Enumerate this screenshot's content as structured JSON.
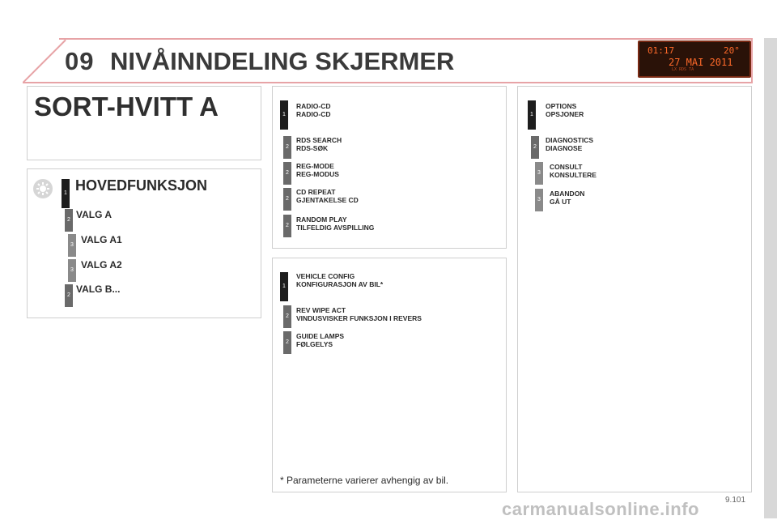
{
  "header": {
    "chapter": "09",
    "title": "NIVÅINNDELING SKJERMER",
    "display": {
      "time": "01:17",
      "temp": "20°",
      "date": "27 MAI 2011",
      "small": "LX     RDS  TA"
    }
  },
  "left": {
    "heading": "SORT-HVITT A",
    "menu_title": "HOVEDFUNKSJON",
    "items": [
      {
        "level": "1",
        "label": ""
      },
      {
        "level": "2",
        "label": "VALG A"
      },
      {
        "level": "3",
        "label": "VALG A1"
      },
      {
        "level": "3",
        "label": "VALG A2"
      },
      {
        "level": "2",
        "label": "VALG B..."
      }
    ]
  },
  "middle_top": {
    "items": [
      {
        "level": "1",
        "lines": [
          "RADIO-CD",
          "RADIO-CD"
        ]
      },
      {
        "level": "2",
        "lines": [
          "RDS SEARCH",
          "RDS-SØK"
        ]
      },
      {
        "level": "2",
        "lines": [
          "REG-MODE",
          "REG-MODUS"
        ]
      },
      {
        "level": "2",
        "lines": [
          "CD REPEAT",
          "GJENTAKELSE CD"
        ]
      },
      {
        "level": "2",
        "lines": [
          "RANDOM PLAY",
          "TILFELDIG AVSPILLING"
        ]
      }
    ]
  },
  "middle_bottom": {
    "items": [
      {
        "level": "1",
        "lines": [
          "VEHICLE CONFIG",
          "KONFIGURASJON AV BIL*"
        ]
      },
      {
        "level": "2",
        "lines": [
          "REV WIPE ACT",
          "VINDUSVISKER FUNKSJON I REVERS"
        ]
      },
      {
        "level": "2",
        "lines": [
          "GUIDE LAMPS",
          "FØLGELYS"
        ]
      }
    ],
    "note": "* Parameterne varierer avhengig av bil."
  },
  "right": {
    "items": [
      {
        "level": "1",
        "lines": [
          "OPTIONS",
          "OPSJONER"
        ]
      },
      {
        "level": "2",
        "lines": [
          "DIAGNOSTICS",
          "DIAGNOSE"
        ]
      },
      {
        "level": "3",
        "lines": [
          "CONSULT",
          "KONSULTERE"
        ]
      },
      {
        "level": "3",
        "lines": [
          "ABANDON",
          "GÅ UT"
        ]
      }
    ]
  },
  "page_number": "9.101",
  "watermark": "carmanualsonline.info",
  "colors": {
    "accent_line": "#e7a3a6",
    "badge_dark": "#1d1d1d",
    "badge_mid": "#6a6a6a"
  }
}
